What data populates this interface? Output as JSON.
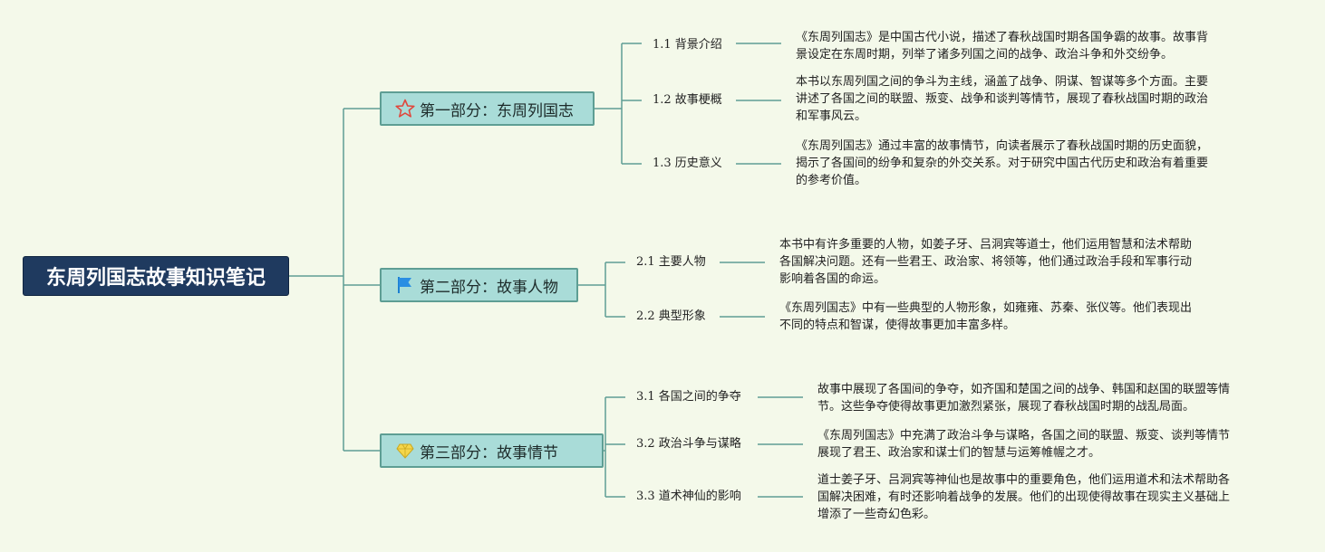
{
  "root": {
    "title": "东周列国志故事知识笔记"
  },
  "branches": [
    {
      "label": "第一部分：东周列国志",
      "icon": "star-icon",
      "topics": [
        {
          "label": "1.1 背景介绍",
          "lines": [
            "《东周列国志》是中国古代小说，描述了春秋战国时期各国争霸的故事。故事背",
            "景设定在东周时期，列举了诸多列国之间的战争、政治斗争和外交纷争。"
          ]
        },
        {
          "label": "1.2 故事梗概",
          "lines": [
            "本书以东周列国之间的争斗为主线，涵盖了战争、阴谋、智谋等多个方面。主要",
            "讲述了各国之间的联盟、叛变、战争和谈判等情节，展现了春秋战国时期的政治",
            "和军事风云。"
          ]
        },
        {
          "label": "1.3 历史意义",
          "lines": [
            "《东周列国志》通过丰富的故事情节，向读者展示了春秋战国时期的历史面貌，",
            "揭示了各国间的纷争和复杂的外交关系。对于研究中国古代历史和政治有着重要",
            "的参考价值。"
          ]
        }
      ]
    },
    {
      "label": "第二部分：故事人物",
      "icon": "flag-icon",
      "topics": [
        {
          "label": "2.1 主要人物",
          "lines": [
            "本书中有许多重要的人物，如姜子牙、吕洞宾等道士，他们运用智慧和法术帮助",
            "各国解决问题。还有一些君王、政治家、将领等，他们通过政治手段和军事行动",
            "影响着各国的命运。"
          ]
        },
        {
          "label": "2.2 典型形象",
          "lines": [
            "《东周列国志》中有一些典型的人物形象，如雍雍、苏秦、张仪等。他们表现出",
            "不同的特点和智谋，使得故事更加丰富多样。"
          ]
        }
      ]
    },
    {
      "label": "第三部分：故事情节",
      "icon": "gem-icon",
      "topics": [
        {
          "label": "3.1 各国之间的争夺",
          "lines": [
            "故事中展现了各国间的争夺，如齐国和楚国之间的战争、韩国和赵国的联盟等情",
            "节。这些争夺使得故事更加激烈紧张，展现了春秋战国时期的战乱局面。"
          ]
        },
        {
          "label": "3.2 政治斗争与谋略",
          "lines": [
            "《东周列国志》中充满了政治斗争与谋略，各国之间的联盟、叛变、谈判等情节",
            "展现了君王、政治家和谋士们的智慧与运筹帷幄之才。"
          ]
        },
        {
          "label": "3.3 道术神仙的影响",
          "lines": [
            "道士姜子牙、吕洞宾等神仙也是故事中的重要角色，他们运用道术和法术帮助各",
            "国解决困难，有时还影响着战争的发展。他们的出现使得故事在现实主义基础上",
            "增添了一些奇幻色彩。"
          ]
        }
      ]
    }
  ],
  "colors": {
    "line": "#5e9e94",
    "branch_fill": "#a9dcd8",
    "root_fill": "#1f3a5f",
    "background": "#f4f9ea"
  }
}
